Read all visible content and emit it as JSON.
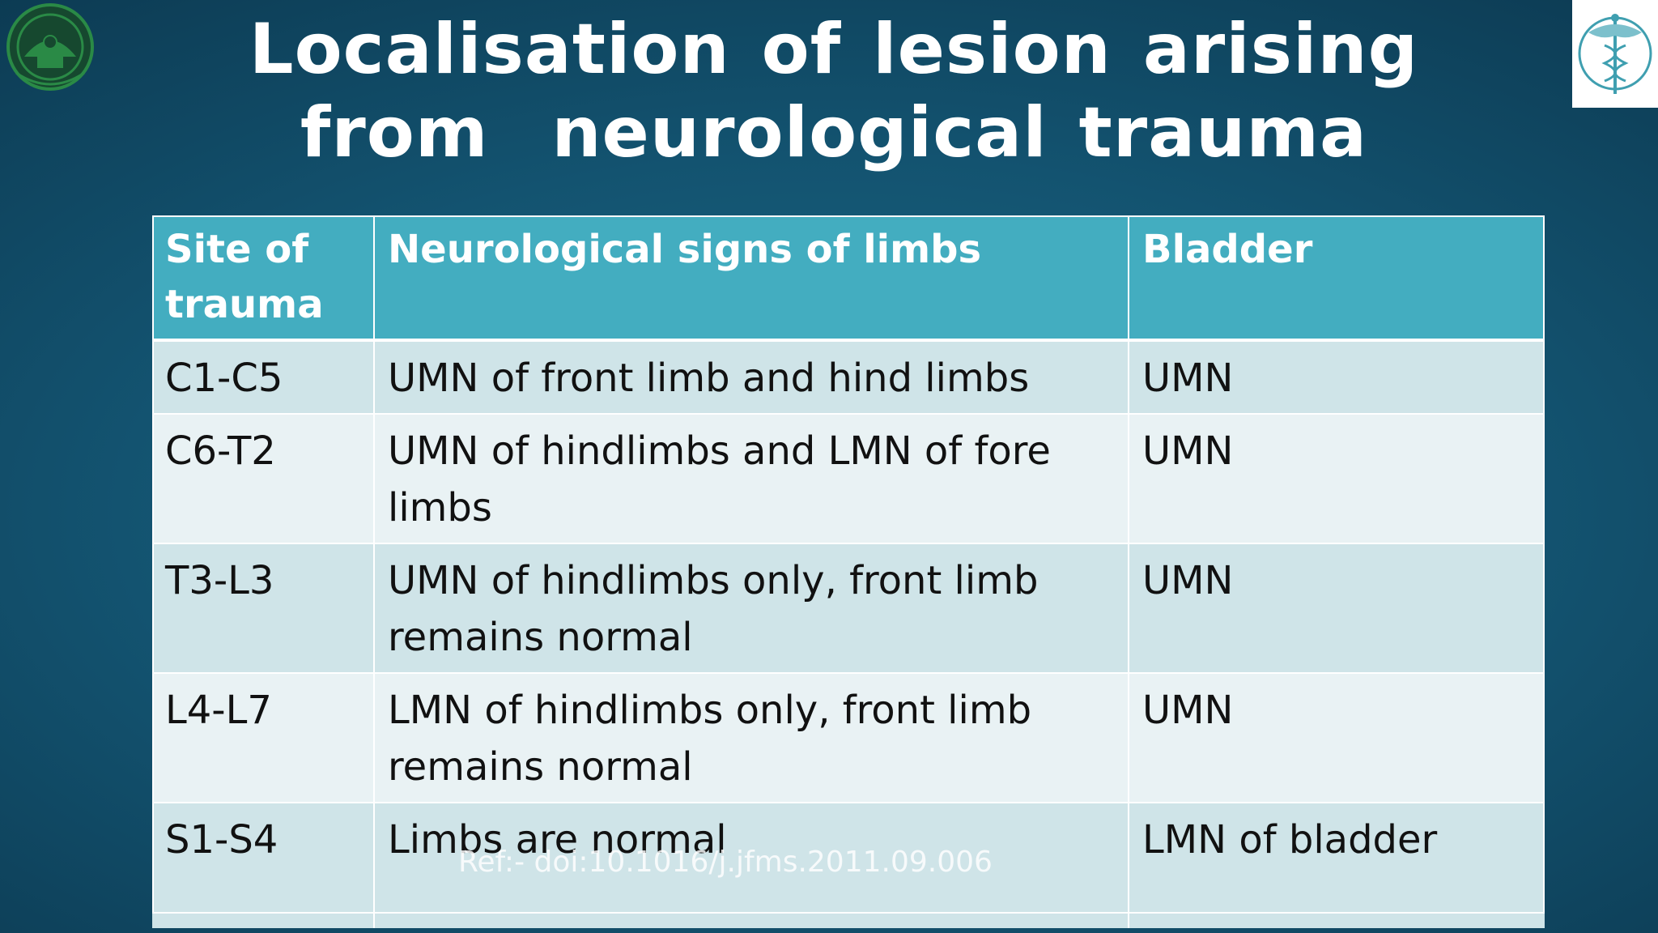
{
  "title": {
    "line1": "Localisation of lesion arising",
    "line2": "from  neurological trauma"
  },
  "table": {
    "headers": [
      "Site of trauma",
      "Neurological signs of limbs",
      "Bladder"
    ],
    "rows": [
      [
        "C1-C5",
        "UMN of front limb and hind limbs",
        "UMN"
      ],
      [
        "C6-T2",
        "UMN of hindlimbs and LMN of fore limbs",
        "UMN"
      ],
      [
        "T3-L3",
        "UMN of hindlimbs only, front limb remains normal",
        "UMN"
      ],
      [
        "L4-L7",
        "LMN of hindlimbs only, front limb remains normal",
        "UMN"
      ],
      [
        "S1-S4",
        "Limbs are normal",
        "LMN of bladder"
      ]
    ]
  },
  "reference": "Ref:- doi:10.1016/j.jfms.2011.09.006",
  "colors": {
    "header_bg": "#43adc0",
    "row_odd": "#cfe4e8",
    "row_even": "#e9f2f4",
    "logo_green": "#1f7a3c",
    "logo_teal": "#3f9fb0"
  },
  "icons": {
    "left_logo": "university-seal-icon",
    "right_logo": "veterinary-caduceus-icon"
  }
}
